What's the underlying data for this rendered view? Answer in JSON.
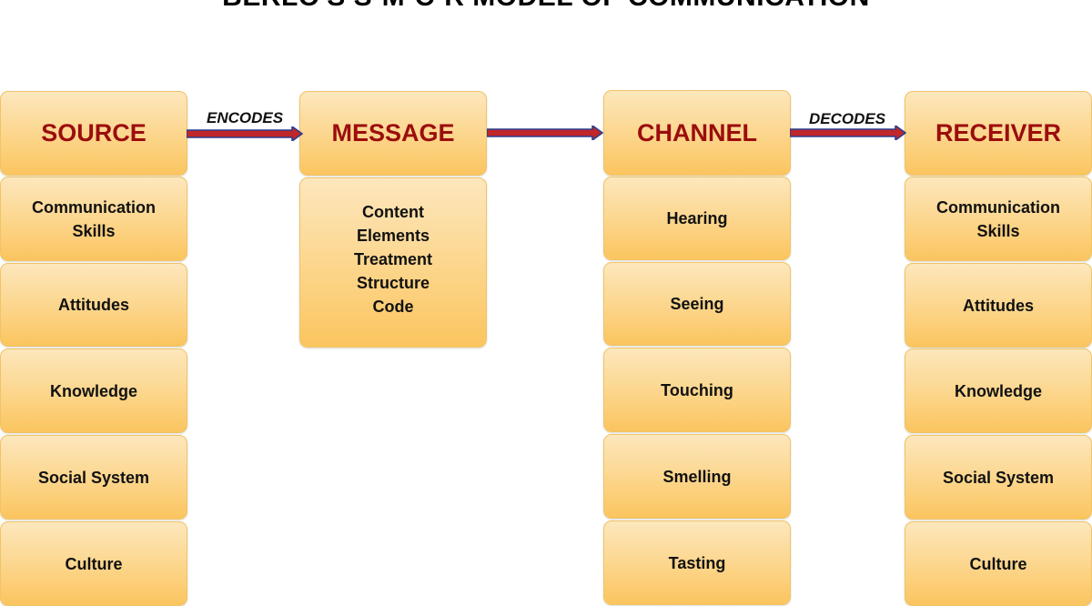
{
  "title": "BERLO'S S-M-C-R MODEL OF COMMUNICATION",
  "columns": [
    {
      "header": "SOURCE",
      "items": [
        "Communication Skills",
        "Attitudes",
        "Knowledge",
        "Social System",
        "Culture"
      ]
    },
    {
      "header": "MESSAGE",
      "items": [
        "Content",
        "Elements",
        "Treatment",
        "Structure",
        "Code"
      ]
    },
    {
      "header": "CHANNEL",
      "items": [
        "Hearing",
        "Seeing",
        "Touching",
        "Smelling",
        "Tasting"
      ]
    },
    {
      "header": "RECEIVER",
      "items": [
        "Communication Skills",
        "Attitudes",
        "Knowledge",
        "Social System",
        "Culture"
      ]
    }
  ],
  "arrows": [
    {
      "label": "ENCODES",
      "from": "SOURCE",
      "to": "MESSAGE"
    },
    {
      "label": "",
      "from": "MESSAGE",
      "to": "CHANNEL"
    },
    {
      "label": "DECODES",
      "from": "CHANNEL",
      "to": "RECEIVER"
    }
  ],
  "colors": {
    "header_text": "#9b0d0d",
    "box_fill": "#fcd58a",
    "box_border": "#f0c466",
    "arrow_fill": "#c0262a",
    "arrow_outline": "#2b3f8f"
  }
}
